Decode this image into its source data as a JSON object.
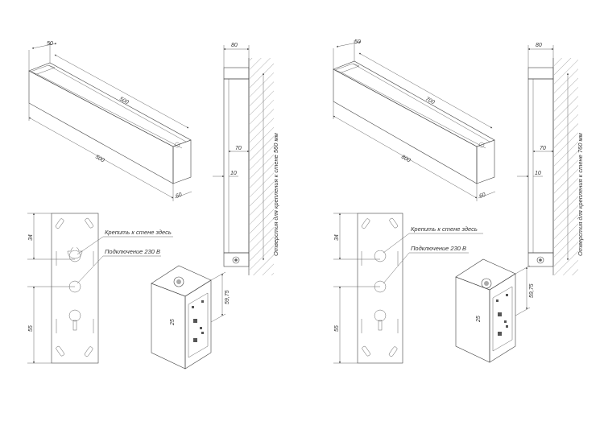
{
  "left": {
    "iso": {
      "width_top": "50",
      "length_inner": "500",
      "length_outer": "500",
      "height": "60"
    },
    "side": {
      "depth": "80",
      "offset": "70",
      "gap": "10",
      "mount_text": "Отверстия для крепления к стене 560 мм"
    },
    "plate": {
      "dim_top": "34",
      "dim_bottom": "55",
      "label_mount": "Крепить к стене здесь",
      "label_power": "Подключение 230 В"
    },
    "box": {
      "dim_side": "59,75",
      "dim_small": "25"
    }
  },
  "right": {
    "iso": {
      "width_top": "50",
      "length_inner": "700",
      "length_outer": "800",
      "height": "60"
    },
    "side": {
      "depth": "80",
      "offset": "70",
      "gap": "10",
      "mount_text": "Отверстия для крепления к стене 760 мм"
    },
    "plate": {
      "dim_top": "34",
      "dim_bottom": "55",
      "label_mount": "Крепить к стене здесь",
      "label_power": "Подключение 230 В"
    },
    "box": {
      "dim_side": "59,75",
      "dim_small": "25"
    }
  },
  "colors": {
    "plate_left": "#dcdcdc",
    "plate_right": "#cfcfcf",
    "box_light": "#f0f0f0",
    "box_mid": "#d8d8d8",
    "box_dark": "#b8b8b8"
  }
}
